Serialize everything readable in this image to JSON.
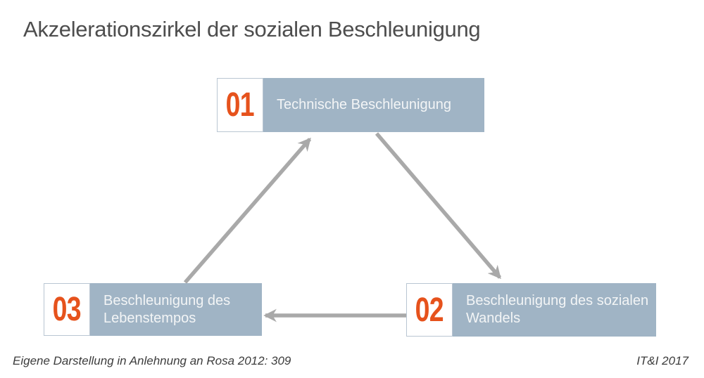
{
  "page": {
    "title": "Akzelerationszirkel der sozialen Beschleunigung"
  },
  "diagram": {
    "nodes": [
      {
        "number": "01",
        "label": "Technische Beschleunigung"
      },
      {
        "number": "02",
        "label": "Beschleunigung des sozialen Wandels"
      },
      {
        "number": "03",
        "label": "Beschleunigung des Lebenstempos"
      }
    ],
    "edges": [
      {
        "from": "01",
        "to": "02"
      },
      {
        "from": "02",
        "to": "03"
      },
      {
        "from": "03",
        "to": "01"
      }
    ],
    "colors": {
      "box_fill": "#a0b4c5",
      "number_color": "#e6521c",
      "number_bg": "#ffffff",
      "number_border": "#b9c6d2",
      "label_text": "#f3f5f6",
      "arrow": "#a9a9a9",
      "title_text": "#4d4d4d"
    }
  },
  "footer": {
    "source_note": "Eigene Darstellung in Anlehnung an Rosa 2012: 309",
    "credit": "IT&I 2017"
  }
}
